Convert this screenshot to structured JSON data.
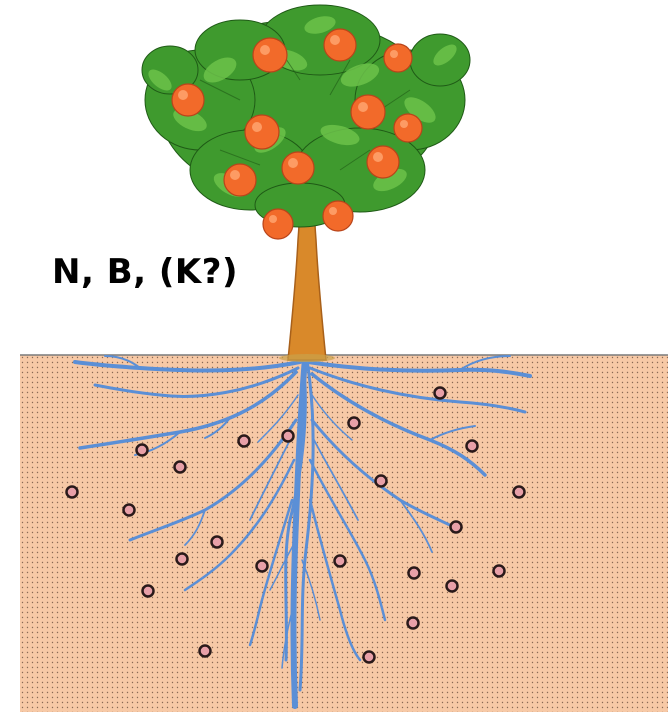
{
  "label": "N, B, (K?)",
  "colors": {
    "soil": "#f7c9a6",
    "soil_dots": "#8a6a55",
    "soil_line": "#7a7a7a",
    "roots": "#5b8fd6",
    "trunk": "#d9892a",
    "trunk_edge": "#a8601a",
    "leaves": "#3f9a2e",
    "leaves_light": "#6cc24a",
    "fruit": "#f26a2a",
    "fruit_highlight": "#ffa16b",
    "particle_fill": "#e8a0a8",
    "particle_ring": "#2a1a1a"
  },
  "icons": [
    "orange-tree",
    "root-system",
    "soil-particle"
  ]
}
